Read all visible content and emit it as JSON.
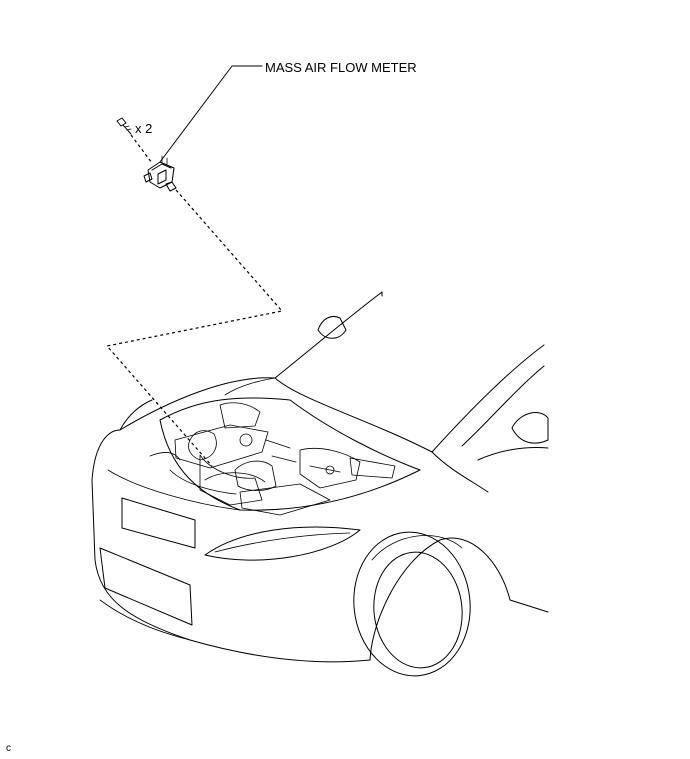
{
  "diagram": {
    "callout_label": "MASS AIR FLOW METER",
    "quantity_label": "x 2",
    "corner_mark": "c",
    "icons": [
      "bolt-icon",
      "mass-air-flow-meter-part",
      "vehicle-front-illustration"
    ],
    "line_color": "#000000",
    "background": "#ffffff"
  }
}
